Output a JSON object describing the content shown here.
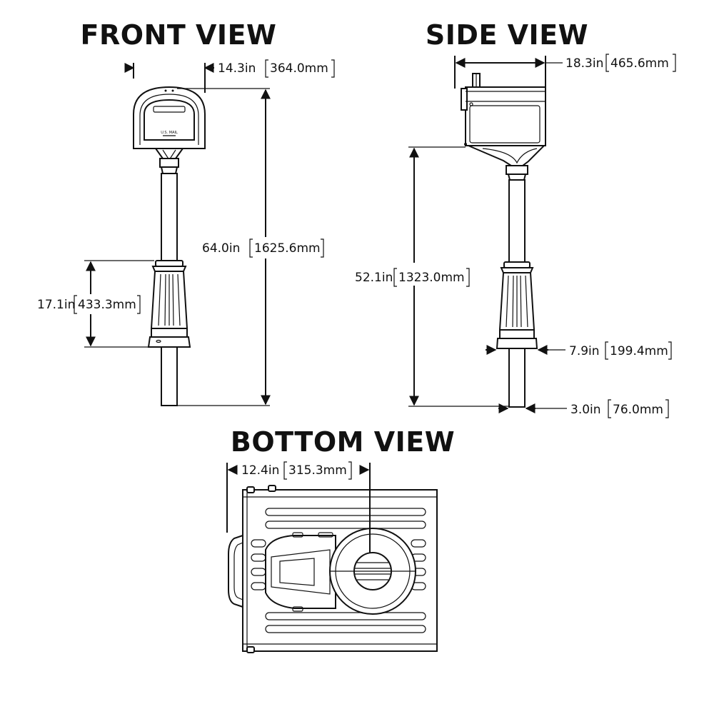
{
  "titles": {
    "front": "FRONT VIEW",
    "side": "SIDE VIEW",
    "bottom": "BOTTOM VIEW"
  },
  "front": {
    "width": {
      "in": "14.3in",
      "mm": "364.0mm"
    },
    "height": {
      "in": "64.0in",
      "mm": "1625.6mm"
    },
    "base_height": {
      "in": "17.1in",
      "mm": "433.3mm"
    },
    "door_label": "U.S. MAIL"
  },
  "side": {
    "depth": {
      "in": "18.3in",
      "mm": "465.6mm"
    },
    "height": {
      "in": "52.1in",
      "mm": "1323.0mm"
    },
    "base_width": {
      "in": "7.9in",
      "mm": "199.4mm"
    },
    "post_width": {
      "in": "3.0in",
      "mm": "76.0mm"
    }
  },
  "bottom": {
    "offset": {
      "in": "12.4in",
      "mm": "315.3mm"
    }
  },
  "colors": {
    "stroke": "#111111",
    "background": "#ffffff"
  }
}
